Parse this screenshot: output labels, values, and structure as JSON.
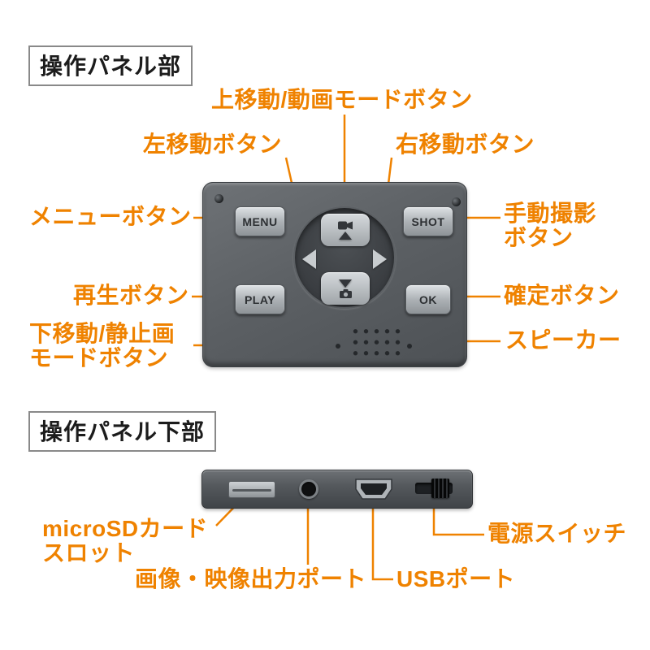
{
  "colors": {
    "accent": "#ef8200",
    "panel_body": "#5b5f63",
    "header_text": "#1c1c1c"
  },
  "sections": [
    {
      "title": "操作パネル部"
    },
    {
      "title": "操作パネル下部"
    }
  ],
  "panel_labels": {
    "up": "上移動/動画モードボタン",
    "left": "左移動ボタン",
    "right": "右移動ボタン",
    "menu": "メニューボタン",
    "shot": [
      "手動撮影",
      "ボタン"
    ],
    "play": "再生ボタン",
    "ok": "確定ボタン",
    "down": [
      "下移動/静止画",
      "モードボタン"
    ],
    "speaker": "スピーカー"
  },
  "device_buttons": {
    "menu": "MENU",
    "shot": "SHOT",
    "play": "PLAY",
    "ok": "OK"
  },
  "bottom_labels": {
    "sd": [
      "microSDカード",
      "スロット"
    ],
    "av": "画像・映像出力ポート",
    "usb": "USBポート",
    "power": "電源スイッチ"
  }
}
